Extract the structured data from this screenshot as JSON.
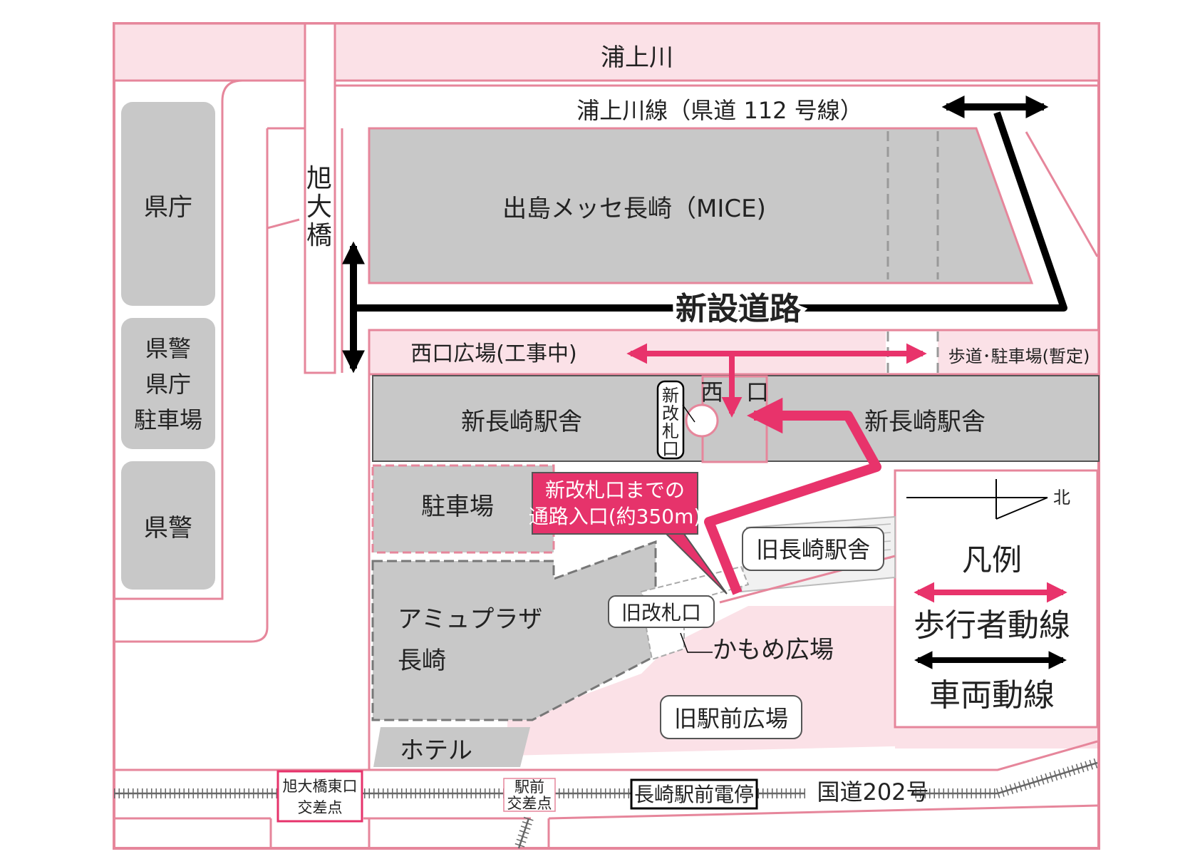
{
  "colors": {
    "road_border": "#e6869b",
    "area_pink": "#fbe1e7",
    "building": "#c8c8c8",
    "pedestrian": "#e8336b",
    "vehicle": "#000000",
    "callout_bg": "#e6336b"
  },
  "labels": {
    "river": "浦上川",
    "route112": "浦上川線（県道 112 号線）",
    "bridge_1": "旭",
    "bridge_2": "大",
    "bridge_3": "橋",
    "mice": "出島メッセ長崎（MICE)",
    "new_road": "新設道路",
    "west_plaza": "西口広場(工事中)",
    "sidewalk_temp": "歩道･駐車場(暫定)",
    "prefecture_office": "県庁",
    "police_office_parking_1": "県警",
    "police_office_parking_2": "県庁",
    "police_office_parking_3": "駐車場",
    "police": "県警",
    "station_west": "新長崎駅舎",
    "station_east": "新長崎駅舎",
    "new_gate_1": "新",
    "new_gate_2": "改",
    "new_gate_3": "札",
    "new_gate_4": "口",
    "west_exit": "西　口",
    "parking": "駐車場",
    "callout_1": "新改札口までの",
    "callout_2": "通路入口(約350m)",
    "old_station": "旧長崎駅舎",
    "old_gate": "旧改札口",
    "amu_1": "アミュプラザ",
    "amu_2": "長崎",
    "kamome": "かもめ広場",
    "old_plaza": "旧駅前広場",
    "hotel": "ホテル",
    "inter_1": "旭大橋東口",
    "inter_2": "交差点",
    "ekimae_1": "駅前",
    "ekimae_2": "交差点",
    "tram_stop": "長崎駅前電停",
    "route202": "国道202号"
  },
  "legend": {
    "north": "北",
    "title": "凡例",
    "pedestrian": "歩行者動線",
    "vehicle": "車両動線"
  }
}
